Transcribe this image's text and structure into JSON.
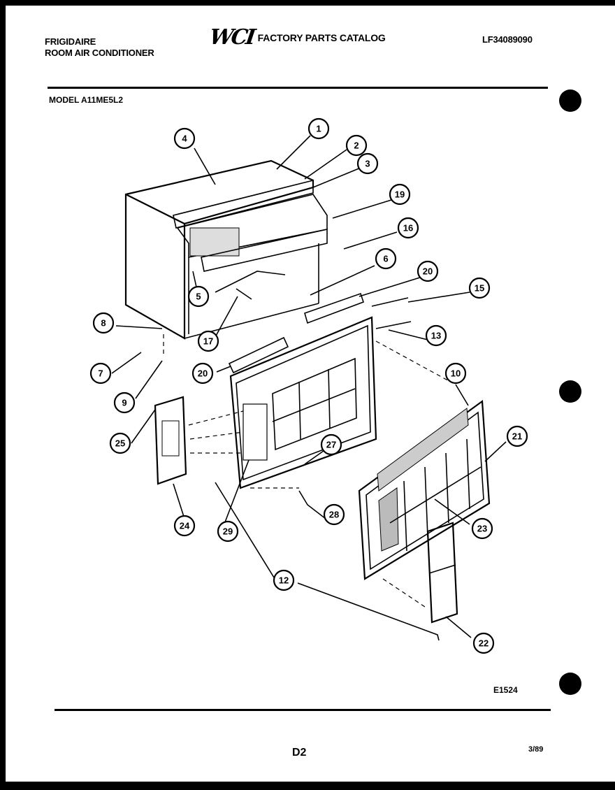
{
  "header": {
    "brand_line1": "FRIGIDAIRE",
    "brand_line2": "ROOM AIR CONDITIONER",
    "logo_text": "WCI",
    "catalog_title": "FACTORY PARTS CATALOG",
    "publication_number": "LF34089090"
  },
  "model_label": "MODEL A11ME5L2",
  "drawing_code": "E1524",
  "page_id": "D2",
  "revision_date": "3/89",
  "callouts": [
    {
      "id": "c1",
      "label": "1"
    },
    {
      "id": "c2",
      "label": "2"
    },
    {
      "id": "c3",
      "label": "3"
    },
    {
      "id": "c4",
      "label": "4"
    },
    {
      "id": "c5",
      "label": "5"
    },
    {
      "id": "c6",
      "label": "6"
    },
    {
      "id": "c7",
      "label": "7"
    },
    {
      "id": "c8",
      "label": "8"
    },
    {
      "id": "c9",
      "label": "9"
    },
    {
      "id": "c10",
      "label": "10"
    },
    {
      "id": "c12",
      "label": "12"
    },
    {
      "id": "c13",
      "label": "13"
    },
    {
      "id": "c15",
      "label": "15"
    },
    {
      "id": "c16",
      "label": "16"
    },
    {
      "id": "c17",
      "label": "17"
    },
    {
      "id": "c19",
      "label": "19"
    },
    {
      "id": "c20a",
      "label": "20"
    },
    {
      "id": "c20b",
      "label": "20"
    },
    {
      "id": "c21",
      "label": "21"
    },
    {
      "id": "c22",
      "label": "22"
    },
    {
      "id": "c23",
      "label": "23"
    },
    {
      "id": "c24",
      "label": "24"
    },
    {
      "id": "c25",
      "label": "25"
    },
    {
      "id": "c27",
      "label": "27"
    },
    {
      "id": "c28",
      "label": "28"
    },
    {
      "id": "c29",
      "label": "29"
    }
  ]
}
